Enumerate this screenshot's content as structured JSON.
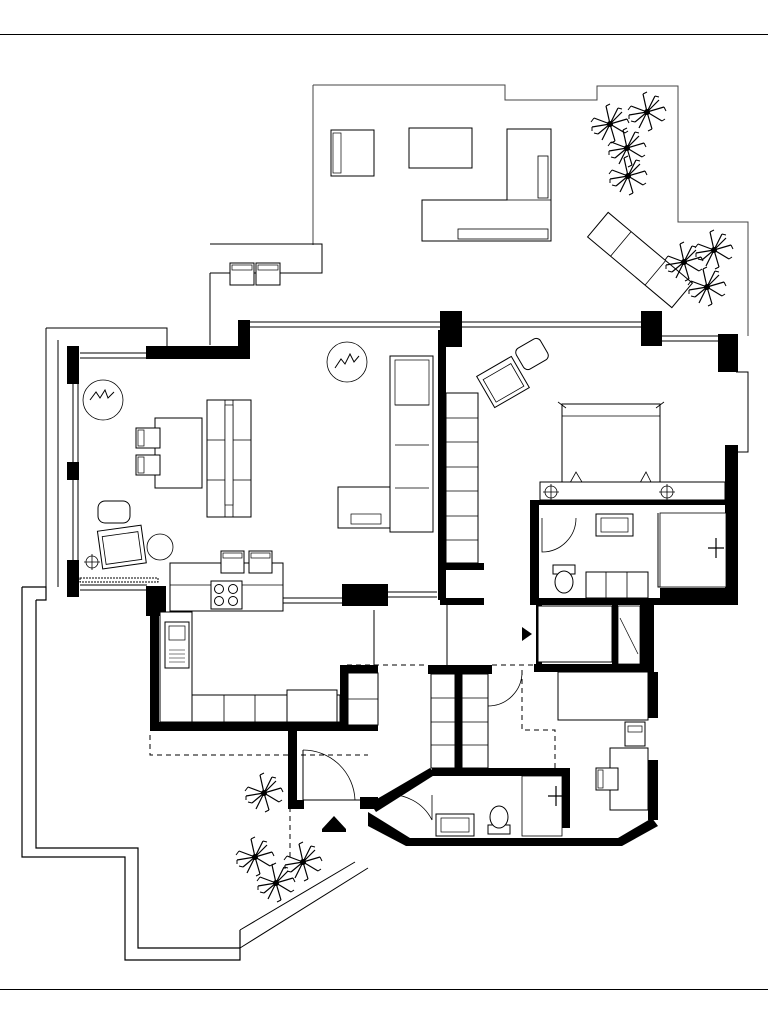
{
  "drawing": {
    "kind": "architectural floor plan",
    "text_labels": [],
    "colors": {
      "line": "#000000",
      "wall_fill": "#000000",
      "paper": "#ffffff",
      "thin_line": "#444444"
    }
  },
  "rooms": [
    {
      "name": "living-room"
    },
    {
      "name": "kitchen"
    },
    {
      "name": "bedroom"
    },
    {
      "name": "ensuite-bathroom"
    },
    {
      "name": "entrance-hall"
    },
    {
      "name": "bathroom"
    },
    {
      "name": "study-bedroom"
    },
    {
      "name": "roof-terrace"
    },
    {
      "name": "garden-terrace"
    }
  ],
  "markers": [
    {
      "name": "entrance-arrow-icon"
    },
    {
      "name": "section-marker-icon"
    }
  ]
}
